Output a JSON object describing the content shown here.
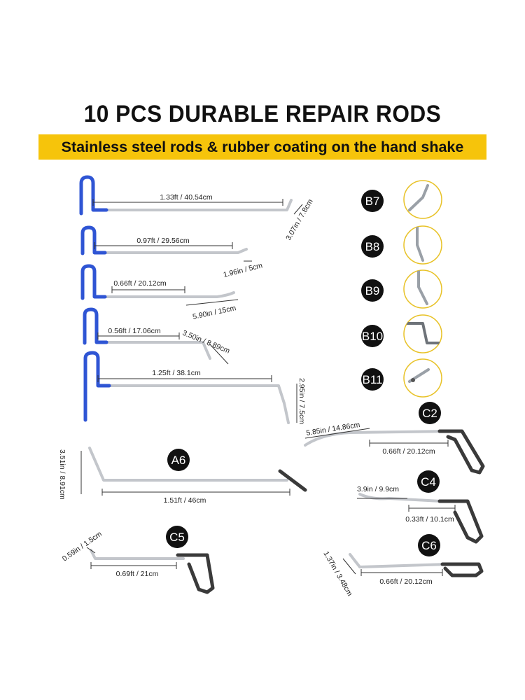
{
  "header": {
    "title": "10 PCS DURABLE REPAIR RODS",
    "banner": "Stainless steel rods & rubber coating on the hand shake"
  },
  "colors": {
    "banner": "#f6c40b",
    "handle_blue": "#2f55d4",
    "handle_dark": "#3a3a3a",
    "steel": "#c9ccd1",
    "badge": "#111111"
  },
  "rods_blue": [
    {
      "length": "1.33ft / 40.54cm",
      "tip": "3.07in / 7.8cm"
    },
    {
      "length": "0.97ft / 29.56cm",
      "tip": "1.96in / 5cm"
    },
    {
      "length": "0.66ft / 20.12cm",
      "tip": "5.90in / 15cm"
    },
    {
      "length": "0.56ft / 17.06cm",
      "tip": "3.50in / 8.89cm"
    },
    {
      "length": "1.25ft / 38.1cm",
      "tip": "2.95in / 7.5cm"
    }
  ],
  "tips": [
    "B7",
    "B8",
    "B9",
    "B10",
    "B11"
  ],
  "rod_a6": {
    "badge": "A6",
    "length": "1.51ft / 46cm",
    "tip": "3.51in / 8.91cm"
  },
  "rod_c2": {
    "badge": "C2",
    "tip": "5.85in / 14.86cm",
    "length": "0.66ft / 20.12cm"
  },
  "rod_c4": {
    "badge": "C4",
    "tip": "3.9in / 9.9cm",
    "length": "0.33ft / 10.1cm"
  },
  "rod_c5": {
    "badge": "C5",
    "tip": "0.59in / 1.5cm",
    "length": "0.69ft / 21cm"
  },
  "rod_c6": {
    "badge": "C6",
    "tip": "1.37in / 3.48cm",
    "length": "0.66ft / 20.12cm"
  }
}
